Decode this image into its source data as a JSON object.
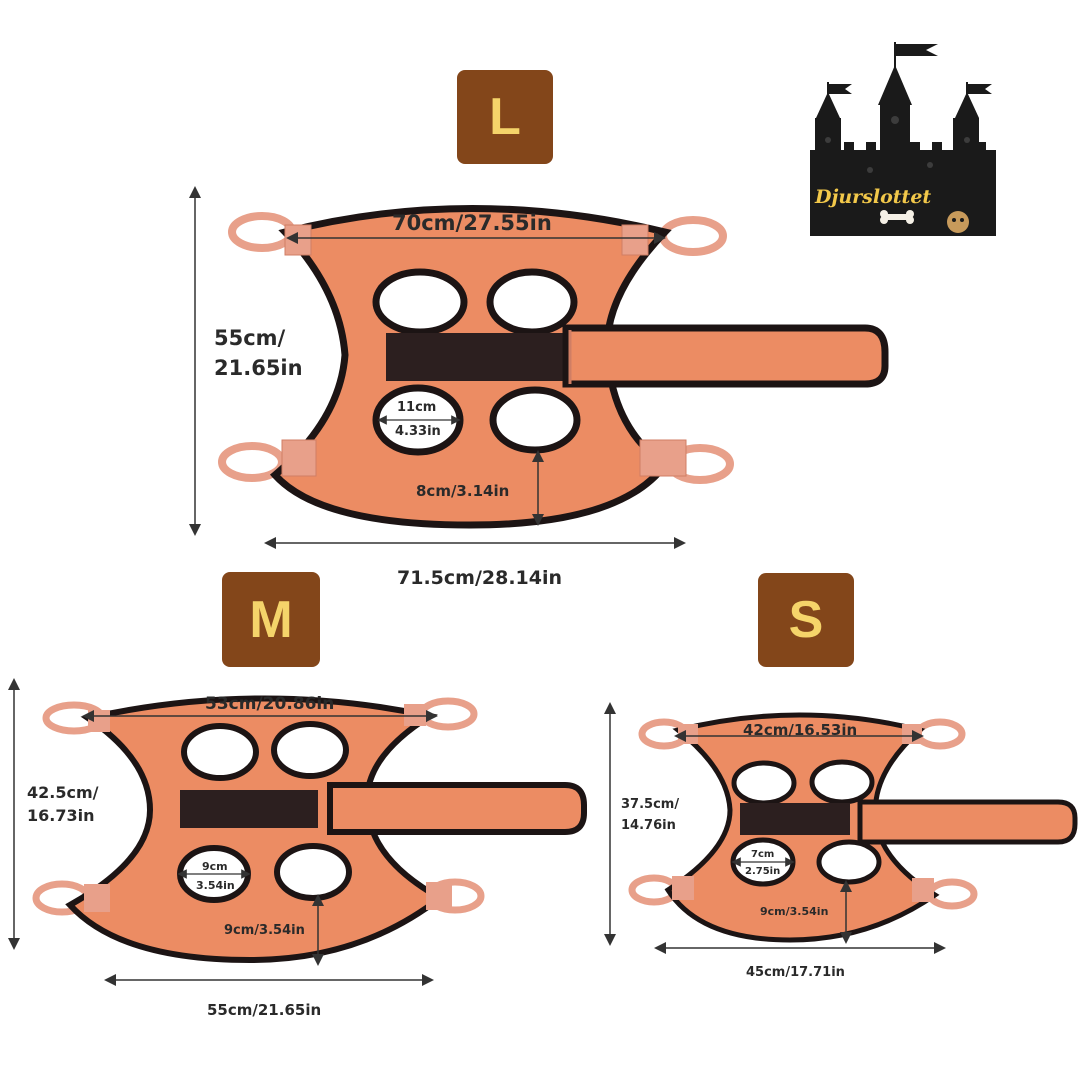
{
  "sizes": {
    "large": {
      "badge": "L",
      "width_top": "70cm/27.55in",
      "height_1": "55cm/",
      "height_2": "21.65in",
      "hole_1": "11cm",
      "hole_2": "4.33in",
      "bottom_gap": "8cm/3.14in",
      "width_bottom": "71.5cm/28.14in"
    },
    "medium": {
      "badge": "M",
      "width_top": "53cm/20.86in",
      "height_1": "42.5cm/",
      "height_2": "16.73in",
      "hole_1": "9cm",
      "hole_2": "3.54in",
      "bottom_gap": "9cm/3.54in",
      "width_bottom": "55cm/21.65in"
    },
    "small": {
      "badge": "S",
      "width_top": "42cm/16.53in",
      "height_1": "37.5cm/",
      "height_2": "14.76in",
      "hole_1": "7cm",
      "hole_2": "2.75in",
      "bottom_gap": "9cm/3.54in",
      "width_bottom": "45cm/17.71in"
    }
  },
  "logo": {
    "text": "Djurslottet",
    "icon": "castle-logo"
  },
  "colors": {
    "badge_bg": "#83461a",
    "badge_text": "#f5d46a",
    "fabric": "#ec8c63",
    "trim": "#1c1414",
    "strap_panel": "#2c1f1f"
  }
}
